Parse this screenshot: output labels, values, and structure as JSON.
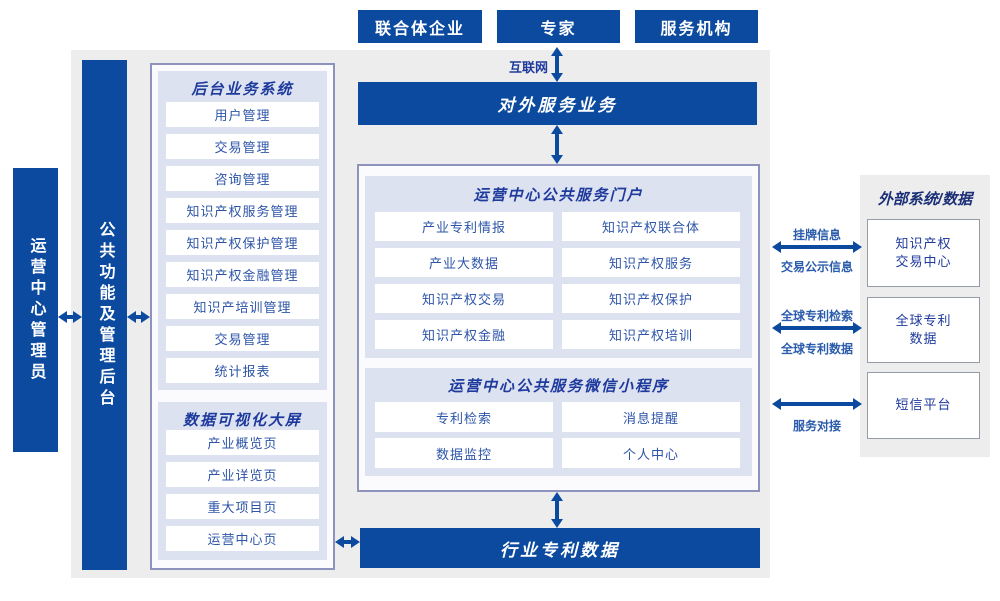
{
  "colors": {
    "primary_blue": "#0b4a9e",
    "navy_title": "#1e3a9c",
    "dark_navy_title": "#1b2f77",
    "item_text": "#2d55a8",
    "link_label": "#2b5cac",
    "panel_lavender": "#dde2f1",
    "background_gray": "#ededed",
    "outer_border": "#8d93bd"
  },
  "top_actors": {
    "items": [
      "联合体企业",
      "专家",
      "服务机构"
    ]
  },
  "network": {
    "internet_label": "互联网"
  },
  "bars": {
    "external_service": "对外服务业务",
    "industry_patent_data": "行业专利数据"
  },
  "left_rails": {
    "admin": "运营中心管理员",
    "public_functions": "公共功能及管理后台"
  },
  "backend_panel": {
    "title": "后台业务系统",
    "items": [
      "用户管理",
      "交易管理",
      "咨询管理",
      "知识产权服务管理",
      "知识产权保护管理",
      "知识产权金融管理",
      "知识产培训管理",
      "交易管理",
      "统计报表"
    ]
  },
  "visualization_panel": {
    "title": "数据可视化大屏",
    "items": [
      "产业概览页",
      "产业详览页",
      "重大项目页",
      "运营中心页"
    ]
  },
  "portal": {
    "title": "运营中心公共服务门户",
    "items": [
      "产业专利情报",
      "知识产权联合体",
      "产业大数据",
      "知识产权服务",
      "知识产权交易",
      "知识产权保护",
      "知识产权金融",
      "知识产权培训"
    ]
  },
  "miniprogram": {
    "title": "运营中心公共服务微信小程序",
    "items": [
      "专利检索",
      "消息提醒",
      "数据监控",
      "个人中心"
    ]
  },
  "external_systems": {
    "title": "外部系统/数据",
    "boxes": [
      {
        "line1": "知识产权",
        "line2": "交易中心"
      },
      {
        "line1": "全球专利",
        "line2": "数据"
      },
      {
        "line1": "短信平台",
        "line2": ""
      }
    ],
    "links": [
      {
        "top": "挂牌信息",
        "bottom": "交易公示信息"
      },
      {
        "top": "全球专利检索",
        "bottom": "全球专利数据"
      },
      {
        "top": "",
        "bottom": "服务对接"
      }
    ]
  }
}
